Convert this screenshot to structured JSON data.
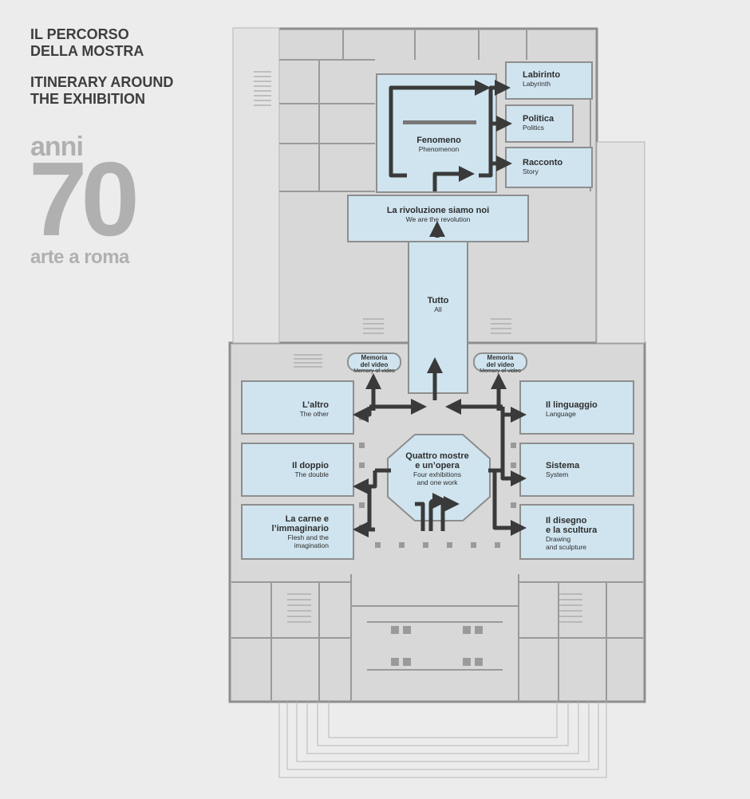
{
  "header": {
    "it_title": "IL PERCORSO\nDELLA MOSTRA",
    "en_title": "ITINERARY AROUND\nTHE EXHIBITION"
  },
  "logo": {
    "top": "anni",
    "number": "70",
    "bottom": "arte a roma"
  },
  "rooms": {
    "labirinto": {
      "it": "Labirinto",
      "en": "Labyrinth"
    },
    "politica": {
      "it": "Politica",
      "en": "Politics"
    },
    "racconto": {
      "it": "Racconto",
      "en": "Story"
    },
    "fenomeno": {
      "it": "Fenomeno",
      "en": "Phenomenon"
    },
    "rivoluzione": {
      "it": "La rivoluzione siamo noi",
      "en": "We are the revolution"
    },
    "tutto": {
      "it": "Tutto",
      "en": "All"
    },
    "memoria_left": {
      "it": "Memoria\ndel video",
      "en": "Memory of video"
    },
    "memoria_right": {
      "it": "Memoria\ndel video",
      "en": "Memory of video"
    },
    "altro": {
      "it": "L’altro",
      "en": "The other"
    },
    "doppio": {
      "it": "Il doppio",
      "en": "The double"
    },
    "carne": {
      "it": "La carne e\nl’immaginario",
      "en": "Flesh and the\nimagination"
    },
    "quattro": {
      "it": "Quattro mostre\ne un’opera",
      "en": "Four exhibitions\nand one work"
    },
    "linguaggio": {
      "it": "Il linguaggio",
      "en": "Language"
    },
    "sistema": {
      "it": "Sistema",
      "en": "System"
    },
    "disegno": {
      "it": "Il disegno\ne la scultura",
      "en": "Drawing\nand sculpture"
    }
  },
  "colors": {
    "background": "#ececec",
    "wall": "#8e8e8e",
    "room": "#cfe4ef",
    "arrow": "#3a3a3a",
    "text": "#2e2e2e",
    "logo": "#b0b0b0"
  }
}
